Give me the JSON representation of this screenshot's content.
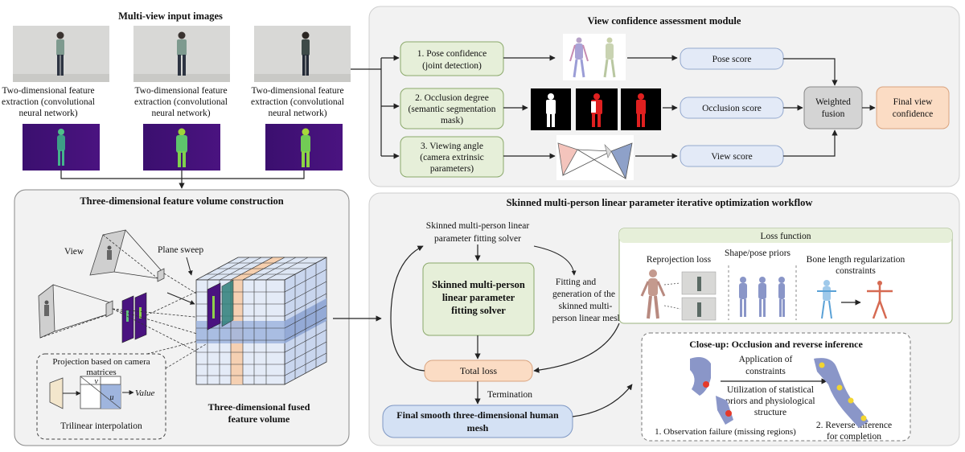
{
  "input": {
    "title": "Multi-view input images",
    "feature_label": [
      "Two-dimensional feature",
      "extraction (convolutional",
      "neural network)"
    ]
  },
  "view_module": {
    "title": "View confidence assessment module",
    "items": [
      {
        "label": [
          "1. Pose confidence",
          "(joint detection)"
        ],
        "score": "Pose score"
      },
      {
        "label": [
          "2. Occlusion degree",
          "(semantic segmentation",
          "mask)"
        ],
        "score": "Occlusion score"
      },
      {
        "label": [
          "3. Viewing angle",
          "(camera extrinsic",
          "parameters)"
        ],
        "score": "View score"
      }
    ],
    "fusion": [
      "Weighted",
      "fusion"
    ],
    "final": [
      "Final view",
      "confidence"
    ]
  },
  "volume": {
    "title": "Three-dimensional feature volume construction",
    "view_label": "View",
    "sweep_label": "Plane sweep",
    "projection": [
      "Projection based on camera",
      "matrices"
    ],
    "v": "v",
    "u": "u",
    "value": "Value",
    "trilinear": "Trilinear interpolation",
    "fused": [
      "Three-dimensional fused",
      "feature volume"
    ]
  },
  "smpl": {
    "title": "Skinned multi-person linear parameter iterative optimization workflow",
    "solver_top": [
      "Skinned multi-person linear",
      "parameter fitting solver"
    ],
    "solver_box": [
      "Skinned multi-person",
      "linear parameter",
      "fitting solver"
    ],
    "fitting": [
      "Fitting and",
      "generation of the",
      "skinned multi-",
      "person linear mesh"
    ],
    "total_loss": "Total loss",
    "termination": "Termination",
    "final_mesh": [
      "Final smooth three-dimensional human",
      "mesh"
    ],
    "loss": {
      "title": "Loss function",
      "reprojection": "Reprojection loss",
      "priors": "Shape/pose priors",
      "bone": [
        "Bone length regularization",
        "constraints"
      ]
    },
    "closeup": {
      "title": "Close-up: Occlusion and reverse inference",
      "application": [
        "Application of",
        "constraints"
      ],
      "utilization": [
        "Utilization of statistical",
        "priors and physiological",
        "structure"
      ],
      "failure": "1. Observation failure (missing regions)",
      "reverse": [
        "2. Reverse inference",
        "for completion"
      ]
    }
  },
  "colors": {
    "panel_bg": "#f2f2f2",
    "green_box": "#e6efd9",
    "blue_box": "#e3eaf7",
    "orange_box": "#fbdcc4",
    "grey_box": "#d4d4d4",
    "dark_blue_box": "#d4e1f4"
  }
}
